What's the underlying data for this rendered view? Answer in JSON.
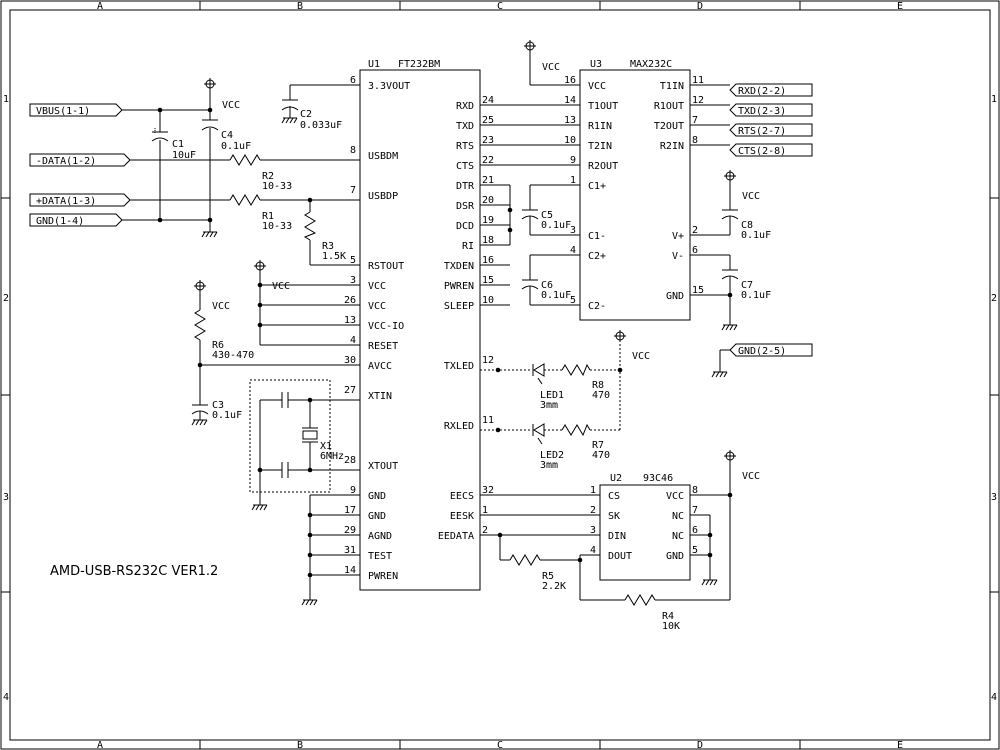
{
  "frame": {
    "cols": [
      "A",
      "B",
      "C",
      "D",
      "E"
    ],
    "rows": [
      "1",
      "2",
      "3",
      "4"
    ]
  },
  "title": "AMD-USB-RS232C VER1.2",
  "ports": {
    "vbus": "VBUS(1-1)",
    "dminus": "-DATA(1-2)",
    "dplus": "+DATA(1-3)",
    "gnd_in": "GND(1-4)",
    "rxd": "RXD(2-2)",
    "txd": "TXD(2-3)",
    "rts": "RTS(2-7)",
    "cts": "CTS(2-8)",
    "gnd_out": "GND(2-5)"
  },
  "power": {
    "vcc": "VCC"
  },
  "u1": {
    "ref": "U1",
    "part": "FT232BM",
    "left_pins": [
      {
        "num": "6",
        "name": "3.3VOUT"
      },
      {
        "num": "8",
        "name": "USBDM"
      },
      {
        "num": "7",
        "name": "USBDP"
      },
      {
        "num": "5",
        "name": "RSTOUT"
      },
      {
        "num": "3",
        "name": "VCC"
      },
      {
        "num": "26",
        "name": "VCC"
      },
      {
        "num": "13",
        "name": "VCC-IO"
      },
      {
        "num": "4",
        "name": "RESET"
      },
      {
        "num": "30",
        "name": "AVCC"
      },
      {
        "num": "27",
        "name": "XTIN"
      },
      {
        "num": "28",
        "name": "XTOUT"
      },
      {
        "num": "9",
        "name": "GND"
      },
      {
        "num": "17",
        "name": "GND"
      },
      {
        "num": "29",
        "name": "AGND"
      },
      {
        "num": "31",
        "name": "TEST"
      },
      {
        "num": "14",
        "name": "PWREN"
      }
    ],
    "right_pins": [
      {
        "num": "24",
        "name": "RXD"
      },
      {
        "num": "25",
        "name": "TXD"
      },
      {
        "num": "23",
        "name": "RTS"
      },
      {
        "num": "22",
        "name": "CTS"
      },
      {
        "num": "21",
        "name": "DTR"
      },
      {
        "num": "20",
        "name": "DSR"
      },
      {
        "num": "19",
        "name": "DCD"
      },
      {
        "num": "18",
        "name": "RI"
      },
      {
        "num": "16",
        "name": "TXDEN"
      },
      {
        "num": "15",
        "name": "PWREN"
      },
      {
        "num": "10",
        "name": "SLEEP"
      },
      {
        "num": "12",
        "name": "TXLED"
      },
      {
        "num": "11",
        "name": "RXLED"
      },
      {
        "num": "32",
        "name": "EECS"
      },
      {
        "num": "1",
        "name": "EESK"
      },
      {
        "num": "2",
        "name": "EEDATA"
      }
    ]
  },
  "u3": {
    "ref": "U3",
    "part": "MAX232C",
    "left_pins": [
      {
        "num": "16",
        "name": "VCC"
      },
      {
        "num": "14",
        "name": "T1OUT"
      },
      {
        "num": "13",
        "name": "R1IN"
      },
      {
        "num": "10",
        "name": "T2IN"
      },
      {
        "num": "9",
        "name": "R2OUT"
      },
      {
        "num": "1",
        "name": "C1+"
      },
      {
        "num": "3",
        "name": "C1-"
      },
      {
        "num": "4",
        "name": "C2+"
      },
      {
        "num": "5",
        "name": "C2-"
      }
    ],
    "right_pins": [
      {
        "num": "11",
        "name": "T1IN"
      },
      {
        "num": "12",
        "name": "R1OUT"
      },
      {
        "num": "7",
        "name": "T2OUT"
      },
      {
        "num": "8",
        "name": "R2IN"
      },
      {
        "num": "2",
        "name": "V+"
      },
      {
        "num": "6",
        "name": "V-"
      },
      {
        "num": "15",
        "name": "GND"
      }
    ]
  },
  "u2": {
    "ref": "U2",
    "part": "93C46",
    "left_pins": [
      {
        "num": "1",
        "name": "CS"
      },
      {
        "num": "2",
        "name": "SK"
      },
      {
        "num": "3",
        "name": "DIN"
      },
      {
        "num": "4",
        "name": "DOUT"
      }
    ],
    "right_pins": [
      {
        "num": "8",
        "name": "VCC"
      },
      {
        "num": "7",
        "name": "NC"
      },
      {
        "num": "6",
        "name": "NC"
      },
      {
        "num": "5",
        "name": "GND"
      }
    ]
  },
  "components": {
    "c1": {
      "ref": "C1",
      "value": "10uF"
    },
    "c4": {
      "ref": "C4",
      "value": "0.1uF"
    },
    "c2": {
      "ref": "C2",
      "value": "0.033uF"
    },
    "r2": {
      "ref": "R2",
      "value": "10-33"
    },
    "r1": {
      "ref": "R1",
      "value": "10-33"
    },
    "r3": {
      "ref": "R3",
      "value": "1.5K"
    },
    "r6": {
      "ref": "R6",
      "value": "430-470"
    },
    "c3": {
      "ref": "C3",
      "value": "0.1uF"
    },
    "x1": {
      "ref": "X1",
      "value": "6MHz"
    },
    "c5": {
      "ref": "C5",
      "value": "0.1uF"
    },
    "c6": {
      "ref": "C6",
      "value": "0.1uF"
    },
    "c7": {
      "ref": "C7",
      "value": "0.1uF"
    },
    "c8": {
      "ref": "C8",
      "value": "0.1uF"
    },
    "led1": {
      "ref": "LED1",
      "value": "3mm"
    },
    "led2": {
      "ref": "LED2",
      "value": "3mm"
    },
    "r8": {
      "ref": "R8",
      "value": "470"
    },
    "r7": {
      "ref": "R7",
      "value": "470"
    },
    "r5": {
      "ref": "R5",
      "value": "2.2K"
    },
    "r4": {
      "ref": "R4",
      "value": "10K"
    }
  }
}
